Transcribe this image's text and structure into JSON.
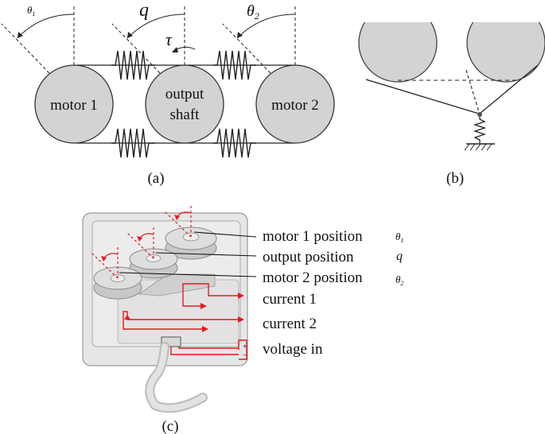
{
  "panel_a": {
    "caption": "(a)",
    "motor1_label": "motor 1",
    "output_label_line1": "output",
    "output_label_line2": "shaft",
    "motor2_label": "motor 2",
    "theta1_symbol": "θ",
    "theta1_sub": "1",
    "q_symbol": "q",
    "tau_symbol": "τ",
    "theta2_symbol": "θ",
    "theta2_sub": "2"
  },
  "panel_b": {
    "caption": "(b)"
  },
  "panel_c": {
    "caption": "(c)",
    "motor1_position": "motor 1 position",
    "output_position": "output position",
    "motor2_position": "motor 2 position",
    "current1": "current 1",
    "current2": "current 2",
    "voltage_in": "voltage in",
    "theta1_symbol": "θ",
    "theta1_sub": "1",
    "q_symbol": "q",
    "theta2_symbol": "θ",
    "theta2_sub": "2",
    "plus": "+",
    "minus": "−"
  },
  "colors": {
    "gray_fill": "#d3d3d3",
    "line": "#1a1a1a",
    "red": "#e8171c",
    "body_gray": "#e6e6e6"
  }
}
